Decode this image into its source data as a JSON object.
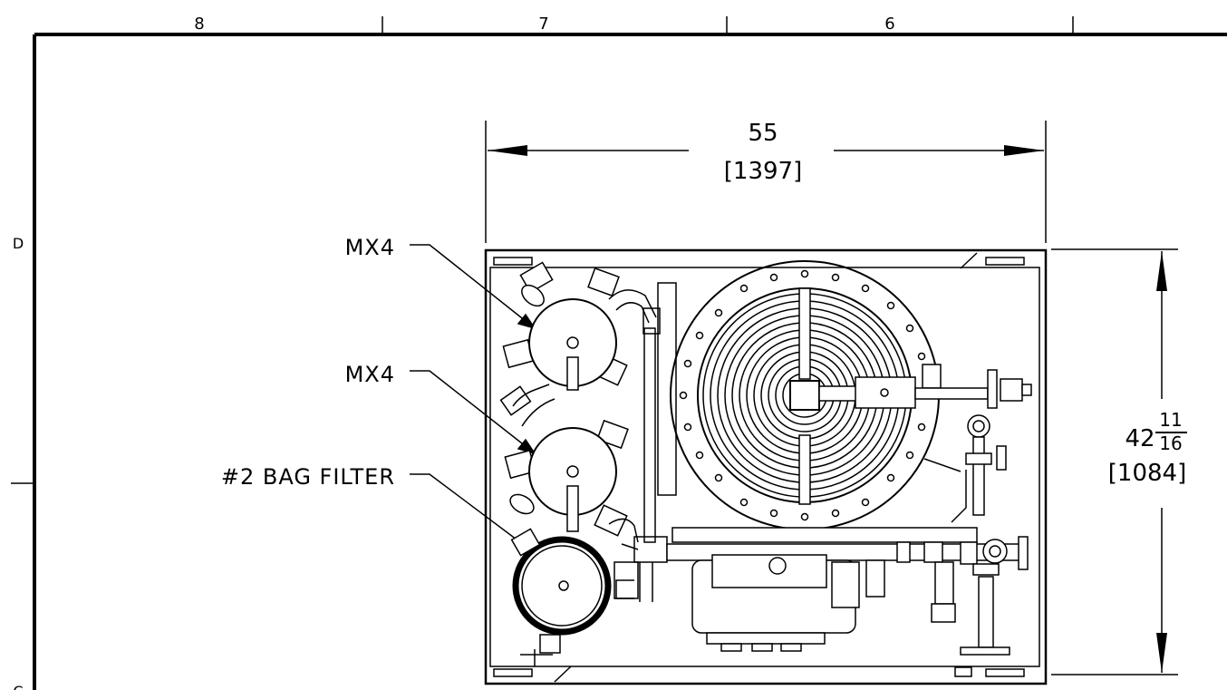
{
  "zones": [
    "8",
    "7",
    "6"
  ],
  "rows": [
    "D",
    "C"
  ],
  "callouts": {
    "upper_mx4": "MX4",
    "lower_mx4": "MX4",
    "bag_filter": "#2 BAG FILTER"
  },
  "dim_width": {
    "imperial": "55",
    "metric": "[1397]"
  },
  "dim_height": {
    "whole": "42",
    "frac_num": "11",
    "frac_den": "16",
    "metric": "[1084]"
  }
}
